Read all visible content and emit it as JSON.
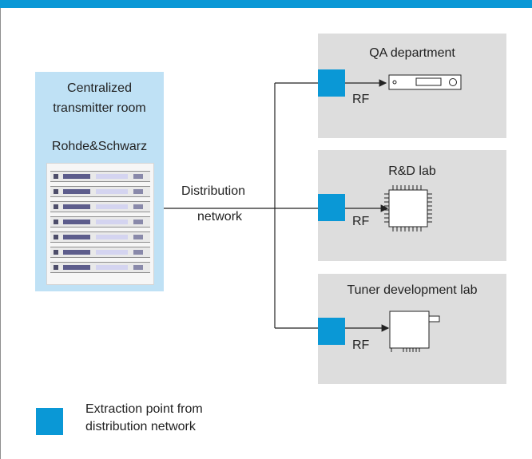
{
  "transmitter_room": {
    "title": "Centralized\ntransmitter room",
    "brand": "Rohde&Schwarz"
  },
  "network": {
    "label_1": "Distribution",
    "label_2": "network"
  },
  "departments": [
    {
      "name": "QA department",
      "link_label": "RF",
      "device": "receiver-device-icon"
    },
    {
      "name": "R&D lab",
      "link_label": "RF",
      "device": "chip-icon"
    },
    {
      "name": "Tuner development lab",
      "link_label": "RF",
      "device": "tuner-module-icon"
    }
  ],
  "legend": {
    "text": "Extraction point from\ndistribution network"
  },
  "colors": {
    "accent": "#0a98d6",
    "room_fill": "#bfe1f5",
    "department_fill": "#dddddd"
  }
}
